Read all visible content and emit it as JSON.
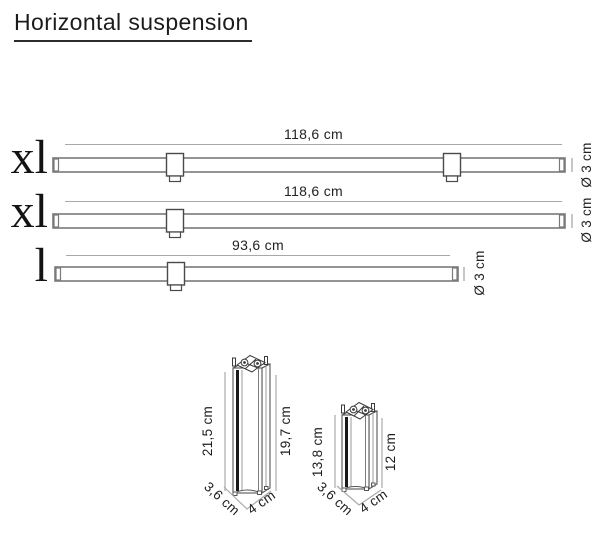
{
  "title": "Horizontal suspension",
  "palette": {
    "text": "#1c1c1c",
    "object_line": "#565656",
    "tube_line": "#7a7a7a",
    "dim_line": "#a9a9a9",
    "dark_edge": "#1a1a1a"
  },
  "suspensions": [
    {
      "size": "xl",
      "length": "118,6 cm",
      "diameter": "Ø 3 cm",
      "brackets": 2
    },
    {
      "size": "xl",
      "length": "118,6 cm",
      "diameter": "Ø 3 cm",
      "brackets": 1
    },
    {
      "size": "l",
      "length": "93,6 cm",
      "diameter": "Ø 3 cm",
      "brackets": 1
    }
  ],
  "profiles": [
    {
      "height_total": "21,5 cm",
      "height_body": "19,7 cm",
      "depth": "3,6 cm",
      "width": "4 cm"
    },
    {
      "height_total": "13,8 cm",
      "height_body": "12 cm",
      "depth": "3,6 cm",
      "width": "4 cm"
    }
  ]
}
